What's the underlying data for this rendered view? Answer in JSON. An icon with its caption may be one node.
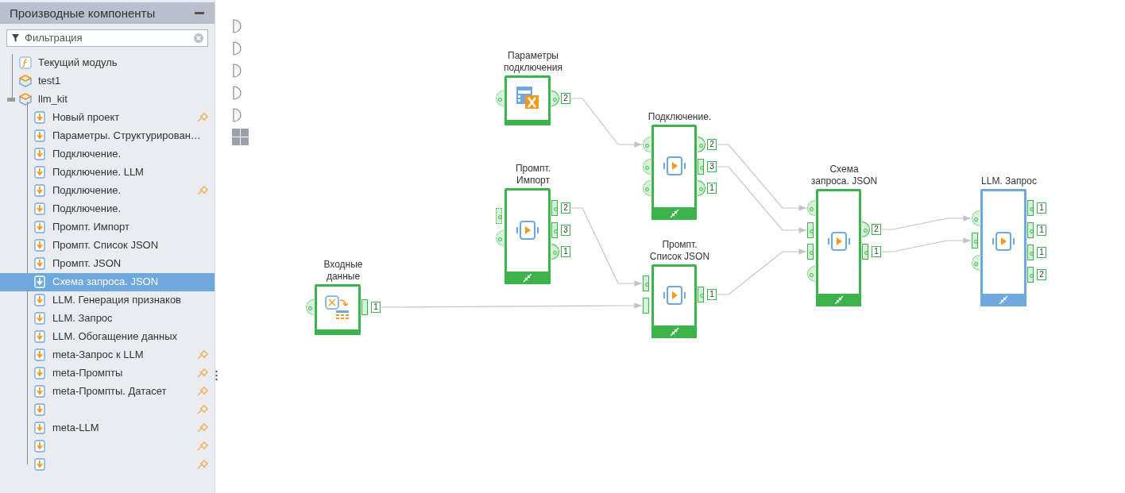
{
  "diagram": {
    "nodes": [
      {
        "text": [
          "Параметры подключения"
        ],
        "beside": [
          "2"
        ]
      },
      {
        "text": [
          "Подключение."
        ],
        "beside": [
          "2",
          "3",
          "1"
        ]
      },
      {
        "text": [
          "Промпт. Импорт"
        ],
        "beside": [
          "2",
          "3",
          "1"
        ]
      },
      {
        "text": [
          "Схема запроса. JSON"
        ],
        "beside": [
          "2",
          "1"
        ]
      },
      {
        "text": [
          "LLM. Запрос"
        ],
        "beside": [
          "1",
          "1",
          "1",
          "2"
        ]
      },
      {
        "text": [
          "Промпт. Список JSON"
        ],
        "beside": [
          "1"
        ]
      },
      {
        "text": [
          "Входные данные"
        ],
        "beside": [
          "1"
        ]
      }
    ],
    "edges": [
      {
        "from": 0,
        "to": 1,
        "arrow": "to"
      },
      {
        "from": 1,
        "to": 3,
        "arrow": "to"
      },
      {
        "from": 1,
        "to": 3,
        "arrow": "to"
      },
      {
        "from": 2,
        "to": 5,
        "arrow": "to"
      },
      {
        "from": 6,
        "to": 5,
        "arrow": "to"
      },
      {
        "from": 5,
        "to": 3,
        "arrow": "to"
      },
      {
        "from": 3,
        "to": 4,
        "arrow": "to"
      },
      {
        "from": 3,
        "to": 4,
        "arrow": "to"
      }
    ],
    "labels": [
      "Производные компоненты",
      "Фильтрация",
      "Текущий модуль",
      "test1",
      "llm_kit",
      "Новый проект",
      "Параметры. Структурирован…",
      "Подключение.",
      "Подключение. LLM",
      "Подключение.",
      "Подключение.",
      "Промпт. Импорт",
      "Промпт. Список JSON",
      "Промпт. JSON",
      "Схема запроса. JSON",
      "LLM. Генерация признаков",
      "LLM. Запрос",
      "LLM. Обогащение данных",
      "meta-Запрос к LLM",
      "meta-Промпты",
      "meta-Промпты. Датасет",
      "meta-LLM"
    ]
  }
}
